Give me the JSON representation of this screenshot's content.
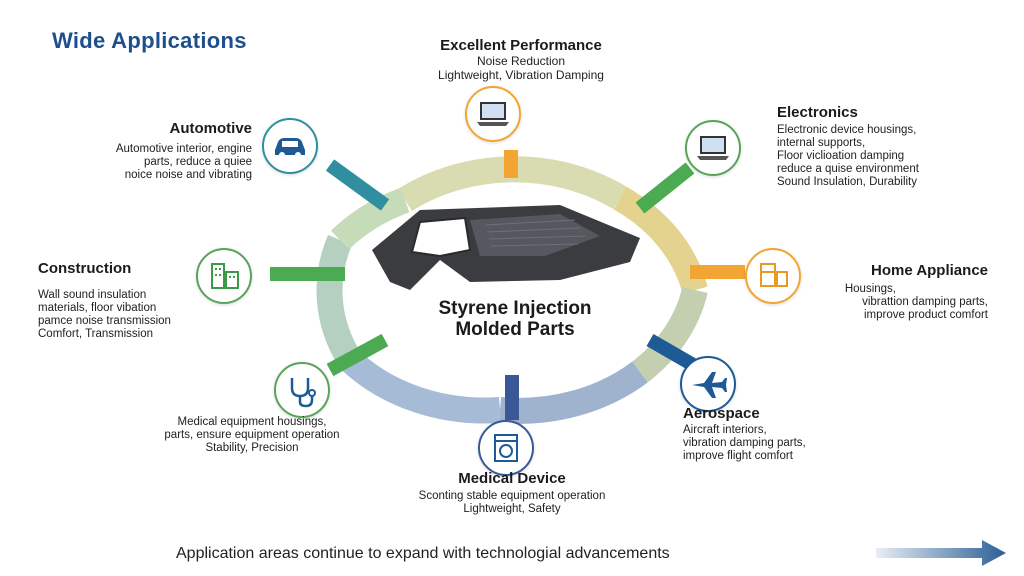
{
  "title": "Wide Applications",
  "center": {
    "line1": "Styrene Injection",
    "line2": "Molded Parts"
  },
  "nodes": {
    "performance": {
      "title": "Excellent Performance",
      "lines": [
        "Noise Reduction",
        "Lightweight, Vibration Damping"
      ],
      "icon": "laptop-icon",
      "color": "#f2a533"
    },
    "electronics": {
      "title": "Electronics",
      "lines": [
        "Electronic device housings,",
        "internal supports,",
        "Floor viclioation damping",
        "reduce a quise environment",
        "Sound Insulation, Durability"
      ],
      "icon": "laptop-icon",
      "color": "#4cab52"
    },
    "home_appliance": {
      "title": "Home Appliance",
      "lines": [
        "Housings,",
        "vibrattion damping parts,",
        "improve product comfort"
      ],
      "icon": "appliance-icon",
      "color": "#f2a533"
    },
    "aerospace": {
      "title": "Aerospace",
      "lines": [
        "Aircraft interiors,",
        "vibration damping parts,",
        "improve flight comfort"
      ],
      "icon": "airplane-icon",
      "color": "#1e5a96"
    },
    "medical_device": {
      "title": "Medical Device",
      "lines": [
        "Sconting stable equipment operation",
        "Lightweight, Safety"
      ],
      "icon": "washing-machine-icon",
      "color": "#3b5896"
    },
    "medical_left": {
      "lines": [
        "Medical equipment housings,",
        "parts, ensure equipment operation",
        "Stability, Precision"
      ],
      "icon": "stethoscope-icon",
      "color": "#4cab52"
    },
    "construction": {
      "title": "Construction",
      "lines": [
        "Wall sound insulation",
        "materials, floor vibation",
        "pamce noise transmission",
        "Comfort, Transmission"
      ],
      "icon": "building-icon",
      "color": "#4cab52"
    },
    "automotive": {
      "title": "Automotive",
      "lines": [
        "Automotive interior, engine",
        "parts, reduce a quiee",
        "noice noise and vibrating"
      ],
      "icon": "car-icon",
      "color": "#2f8fa0"
    }
  },
  "footer": "Application areas continue to expand with technologial advancements"
}
